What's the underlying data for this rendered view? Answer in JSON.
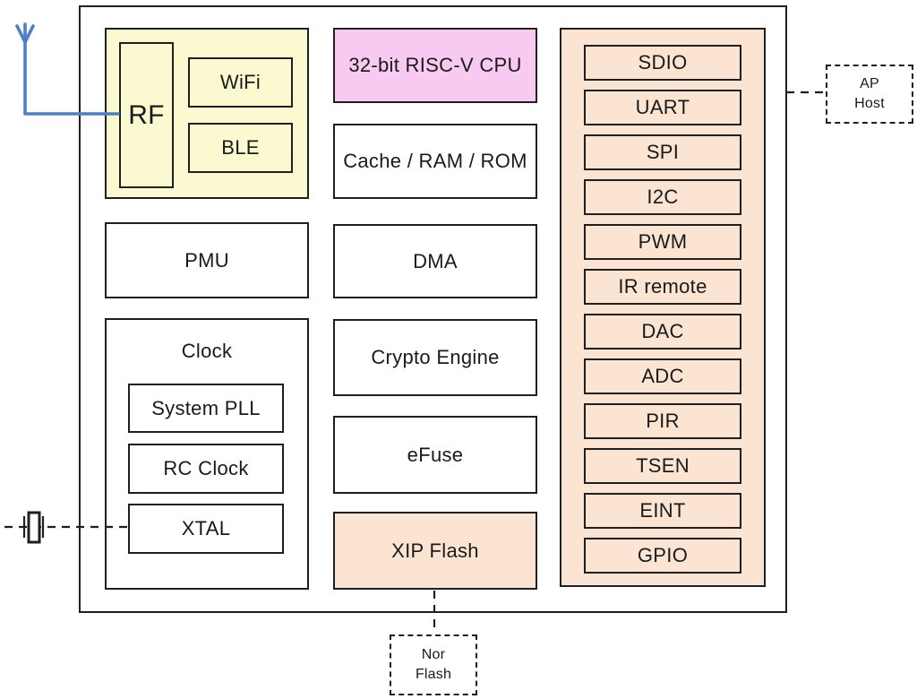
{
  "colors": {
    "yellow": "#FAF9D0",
    "pink": "#F8C9F1",
    "peach": "#FBE5D2",
    "blue": "#4E7FC9",
    "line": "#1F1F1F"
  },
  "radio": {
    "rf": "RF",
    "wifi": "WiFi",
    "ble": "BLE"
  },
  "left": {
    "pmu": "PMU",
    "clock": "Clock",
    "system_pll": "System PLL",
    "rc_clock": "RC Clock",
    "xtal": "XTAL"
  },
  "center": {
    "cpu": "32-bit RISC-V CPU",
    "memory": "Cache / RAM / ROM",
    "dma": "DMA",
    "crypto": "Crypto Engine",
    "efuse": "eFuse",
    "xip_flash": "XIP Flash"
  },
  "peripherals": {
    "items": [
      {
        "label": "SDIO"
      },
      {
        "label": "UART"
      },
      {
        "label": "SPI"
      },
      {
        "label": "I2C"
      },
      {
        "label": "PWM"
      },
      {
        "label": "IR remote"
      },
      {
        "label": "DAC"
      },
      {
        "label": "ADC"
      },
      {
        "label": "PIR"
      },
      {
        "label": "TSEN"
      },
      {
        "label": "EINT"
      },
      {
        "label": "GPIO"
      }
    ]
  },
  "external": {
    "ap_line1": "AP",
    "ap_line2": "Host",
    "nor_line1": "Nor",
    "nor_line2": "Flash"
  }
}
